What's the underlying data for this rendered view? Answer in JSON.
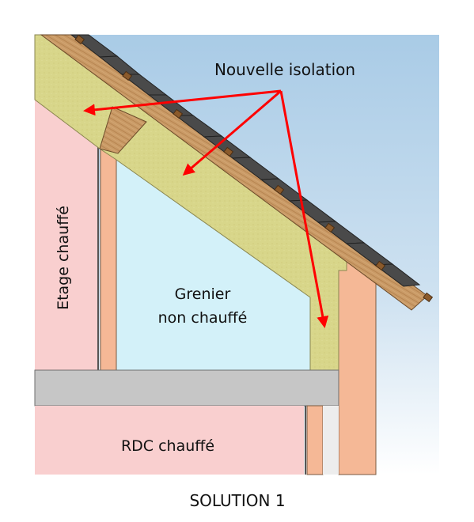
{
  "labels": {
    "callout": "Nouvelle isolation",
    "upper_floor": "Etage chauffé",
    "attic_line1": "Grenier",
    "attic_line2": "non chauffé",
    "ground_floor": "RDC chauffé",
    "caption": "SOLUTION 1"
  },
  "colors": {
    "heated_room": "#f9cfcf",
    "unheated_attic": "#d3f1f9",
    "insulation": "#d6d487",
    "wall": "#f5b896",
    "floor_slab": "#c6c6c6",
    "wood_rafter": "#c89a6a",
    "roof_tiles": "#4a4a4a",
    "arrows": "#ff0000",
    "sky": "#b9d7ec"
  }
}
